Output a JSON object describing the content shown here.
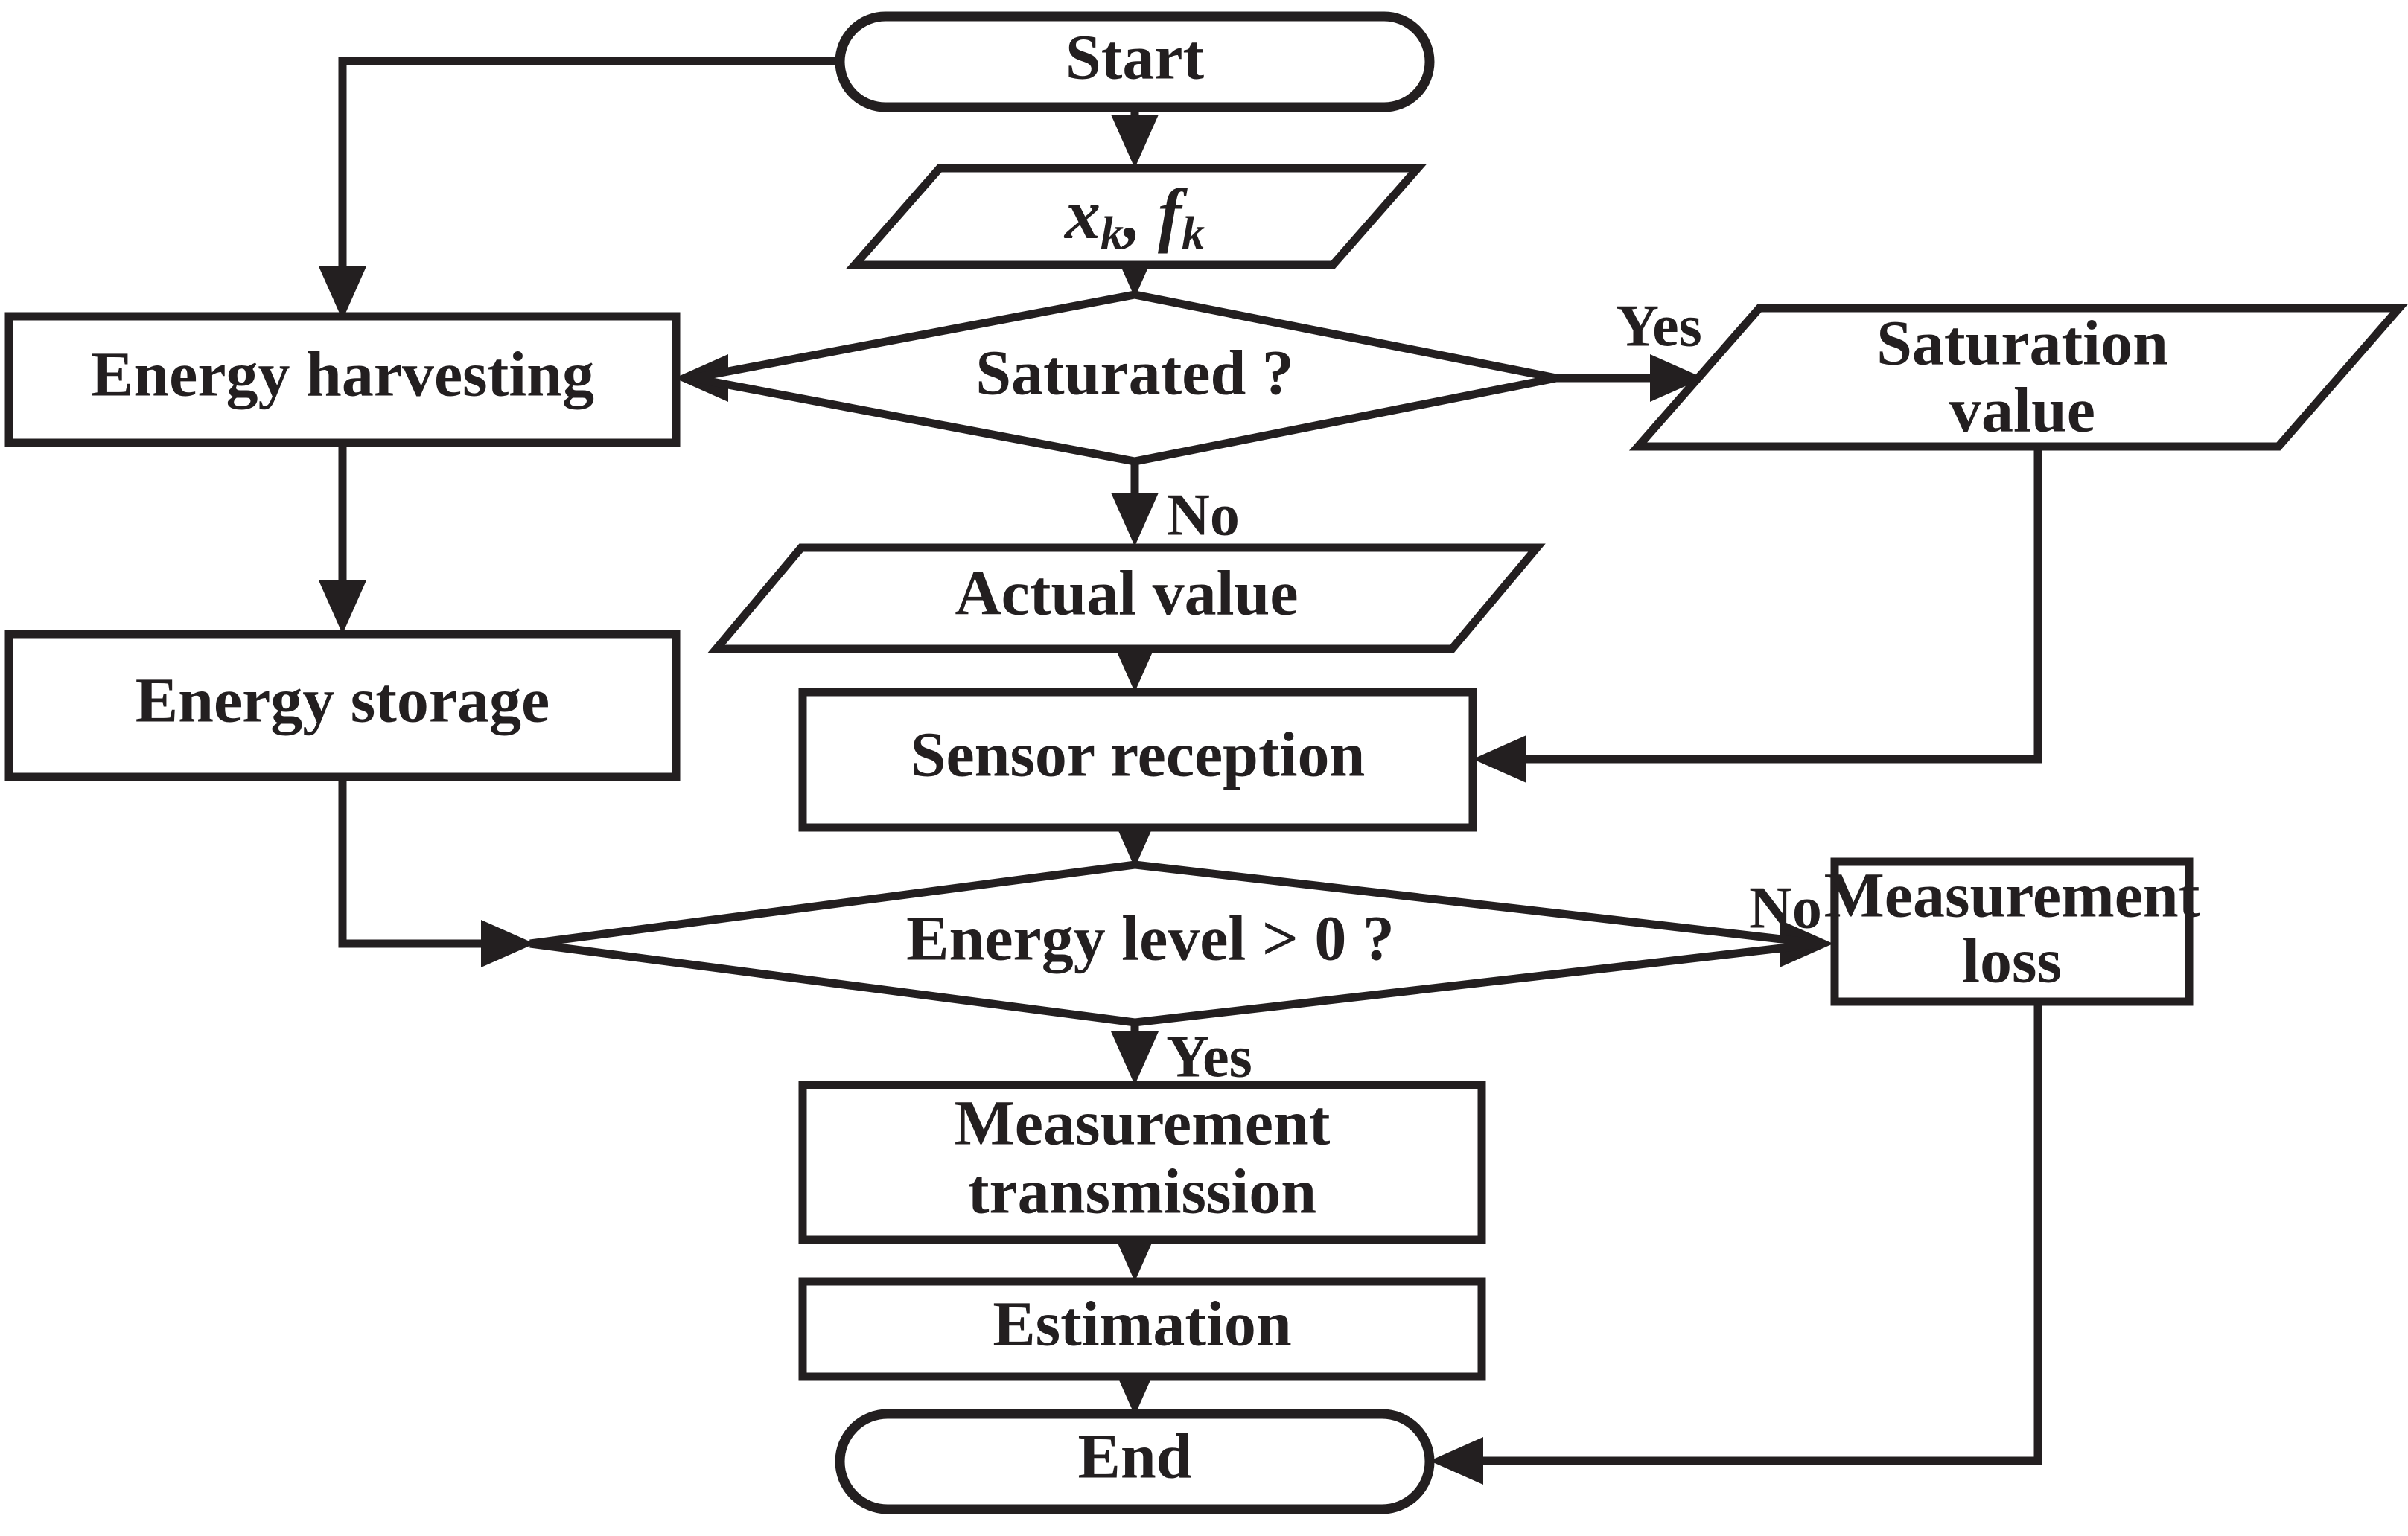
{
  "diagram": {
    "type": "flowchart",
    "title": "Energy harvesting sensor measurement flowchart",
    "colors": {
      "stroke": "#231f20",
      "fill": "#ffffff",
      "background": "#ffffff"
    },
    "nodes": {
      "start": {
        "label": "Start",
        "shape": "terminal"
      },
      "input_xk_fk": {
        "label": "x_k, f_k",
        "shape": "parallelogram",
        "parts": {
          "var1": "x",
          "sub1": "k",
          "sep": ",",
          "var2": "f",
          "sub2": "k"
        }
      },
      "saturated_decision": {
        "label": "Saturated ?",
        "shape": "diamond"
      },
      "energy_harvesting": {
        "label": "Energy harvesting",
        "shape": "rectangle"
      },
      "saturation_value": {
        "label": "Saturation value",
        "shape": "parallelogram",
        "line1": "Saturation",
        "line2": "value"
      },
      "actual_value": {
        "label": "Actual value",
        "shape": "parallelogram"
      },
      "energy_storage": {
        "label": "Energy storage",
        "shape": "rectangle"
      },
      "sensor_reception": {
        "label": "Sensor reception",
        "shape": "rectangle"
      },
      "energy_level_decision": {
        "label": "Energy level > 0 ?",
        "shape": "diamond"
      },
      "measurement_loss": {
        "label": "Measurement loss",
        "shape": "rectangle",
        "line1": "Measurement",
        "line2": "loss"
      },
      "measurement_transmission": {
        "label": "Measurement transmission",
        "shape": "rectangle",
        "line1": "Measurement",
        "line2": "transmission"
      },
      "estimation": {
        "label": "Estimation",
        "shape": "rectangle"
      },
      "end": {
        "label": "End",
        "shape": "terminal"
      }
    },
    "edge_labels": {
      "saturated_yes": "Yes",
      "saturated_no": "No",
      "energy_level_no": "No",
      "energy_level_yes": "Yes"
    },
    "edges": [
      {
        "from": "start",
        "to": "input_xk_fk",
        "label": ""
      },
      {
        "from": "start",
        "to": "energy_harvesting",
        "label": ""
      },
      {
        "from": "input_xk_fk",
        "to": "saturated_decision",
        "label": ""
      },
      {
        "from": "saturated_decision",
        "to": "saturation_value",
        "label": "Yes"
      },
      {
        "from": "saturated_decision",
        "to": "actual_value",
        "label": "No"
      },
      {
        "from": "saturated_decision",
        "to": "energy_harvesting",
        "label": ""
      },
      {
        "from": "saturation_value",
        "to": "sensor_reception",
        "label": ""
      },
      {
        "from": "actual_value",
        "to": "sensor_reception",
        "label": ""
      },
      {
        "from": "energy_harvesting",
        "to": "energy_storage",
        "label": ""
      },
      {
        "from": "energy_storage",
        "to": "energy_level_decision",
        "label": ""
      },
      {
        "from": "sensor_reception",
        "to": "energy_level_decision",
        "label": ""
      },
      {
        "from": "energy_level_decision",
        "to": "measurement_loss",
        "label": "No"
      },
      {
        "from": "energy_level_decision",
        "to": "measurement_transmission",
        "label": "Yes"
      },
      {
        "from": "measurement_transmission",
        "to": "estimation",
        "label": ""
      },
      {
        "from": "estimation",
        "to": "end",
        "label": ""
      },
      {
        "from": "measurement_loss",
        "to": "end",
        "label": ""
      }
    ]
  }
}
